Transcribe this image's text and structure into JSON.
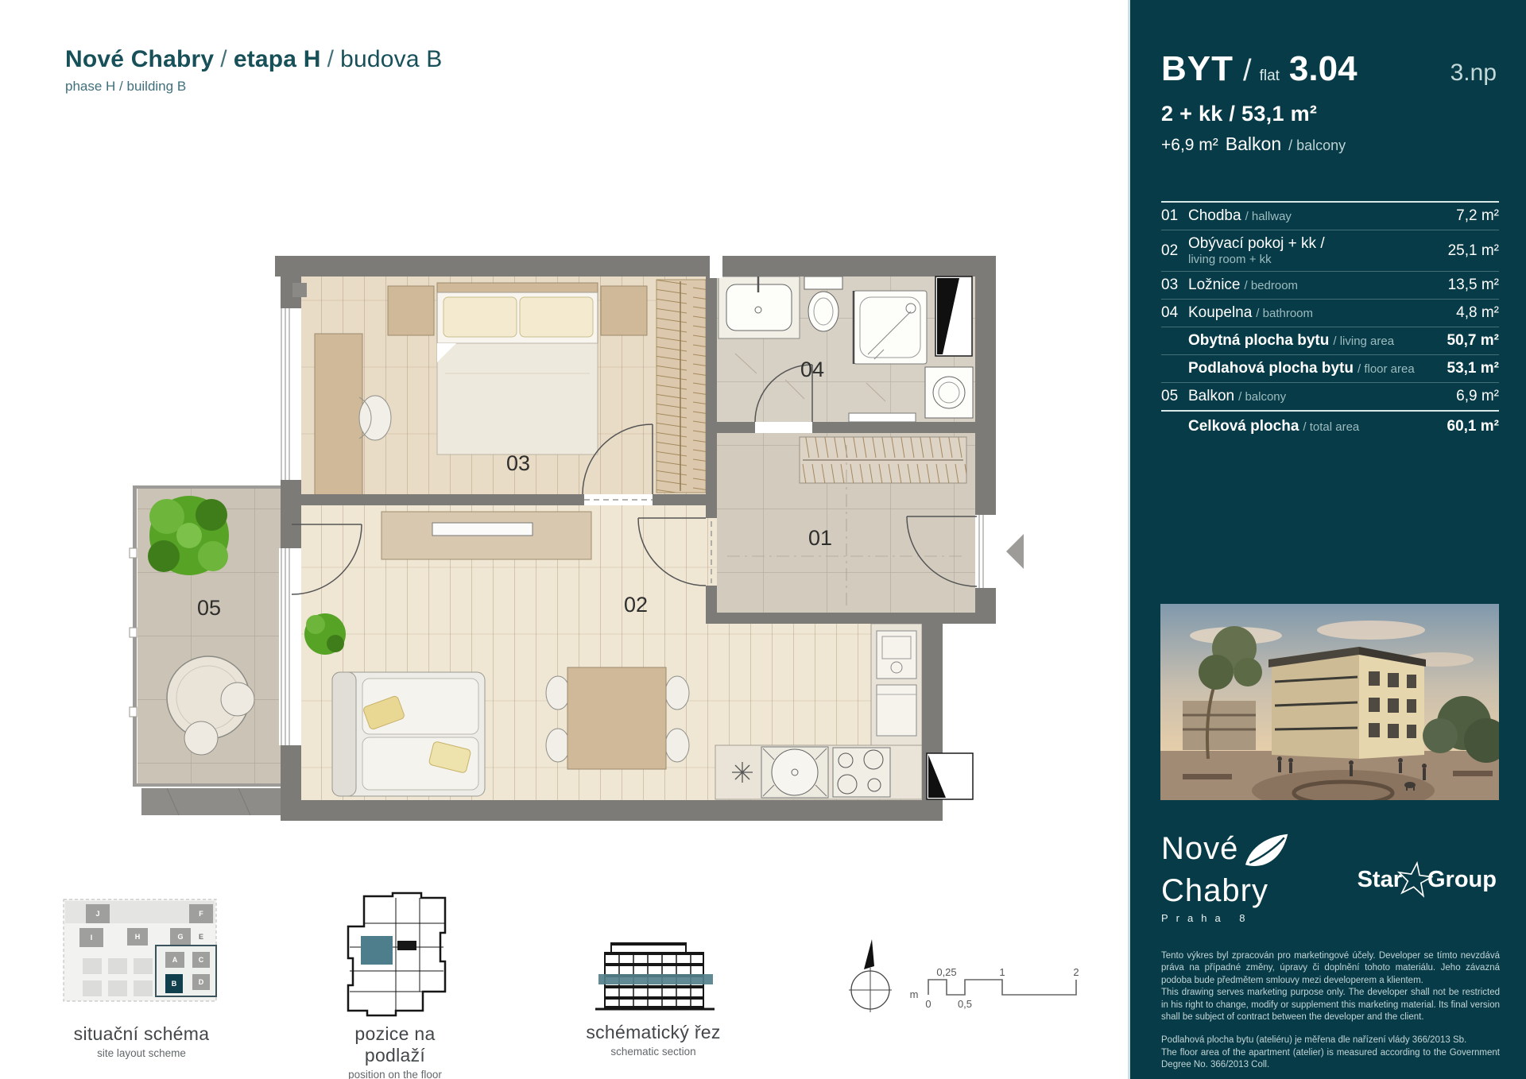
{
  "title": {
    "p1": "Nové Chabry",
    "s1": "/",
    "p2": "etapa H",
    "s2": "/",
    "p3": "budova B",
    "subtitle": "phase H / building B"
  },
  "plan": {
    "labels": {
      "hallway": "01",
      "living": "02",
      "bedroom": "03",
      "bathroom": "04",
      "balcony": "05"
    }
  },
  "captions": {
    "site_cs": "situační schéma",
    "site_en": "site layout scheme",
    "floor_cs": "pozice na podlaží",
    "floor_en": "position on the floor",
    "section_cs": "schématický řez",
    "section_en": "schematic section"
  },
  "site_letters": {
    "j": "J",
    "f": "F",
    "i": "I",
    "h": "H",
    "g": "G",
    "e": "E",
    "a": "A",
    "c": "C",
    "b": "B",
    "d": "D"
  },
  "scale": {
    "unit": "m",
    "m0": "0",
    "m025": "0,25",
    "m05": "0,5",
    "m1": "1",
    "m2": "2"
  },
  "panel": {
    "flat_label": "BYT",
    "flat_slash": "/",
    "flat_sub": "flat",
    "flat_number": "3.04",
    "floor": "3.np",
    "layout": "2 + kk / 53,1 m²",
    "balcony": {
      "prefix": "+6,9 m²",
      "name": "Balkon",
      "en": "/ balcony"
    },
    "table": {
      "rows": [
        {
          "num": "01",
          "name": "Chodba",
          "en": "/ hallway",
          "area": "7,2 m²"
        },
        {
          "num": "02",
          "name": "Obývací pokoj + kk /",
          "en": "living room + kk",
          "area": "25,1 m²"
        },
        {
          "num": "03",
          "name": "Ložnice",
          "en": "/ bedroom",
          "area": "13,5 m²"
        },
        {
          "num": "04",
          "name": "Koupelna",
          "en": "/ bathroom",
          "area": "4,8 m²"
        },
        {
          "num": "",
          "name": "Obytná plocha bytu",
          "en": "/ living area",
          "area": "50,7 m²"
        },
        {
          "num": "",
          "name": "Podlahová plocha bytu",
          "en": "/ floor area",
          "area": "53,1 m²"
        },
        {
          "num": "05",
          "name": "Balkon",
          "en": "/ balcony",
          "area": "6,9 m²"
        },
        {
          "num": "",
          "name": "Celková plocha",
          "en": "/ total area",
          "area": "60,1 m²"
        }
      ]
    },
    "logo": {
      "line1": "Nové",
      "line2": "Chabry",
      "sub": "Praha 8"
    },
    "brand": {
      "word1": "Star",
      "word2": "Group"
    },
    "disclaimer_cs": "Tento výkres byl zpracován pro marketingové účely. Developer se tímto nevzdává práva na případné změny, úpravy či doplnění tohoto materiálu. Jeho závazná podoba bude předmětem smlouvy mezi developerem a klientem.",
    "disclaimer_en": "This drawing serves marketing purpose only. The developer shall not be restricted in his right to change, modify or supplement this marketing material. Its final version shall be subject of contract between the developer and the client.",
    "note_cs": "Podlahová plocha bytu (ateliéru) je měřena dle nařízení vlády 366/2013 Sb.",
    "note_en": "The floor area of the apartment (atelier) is measured according to the Government Degree No. 366/2013 Coll."
  },
  "colors": {
    "panel_bg": "#073B47",
    "accent_line": "#CBE1DF",
    "title_teal": "#175059",
    "flat_highlight": "#4E7E8B",
    "site_highlight": "#10404D"
  }
}
